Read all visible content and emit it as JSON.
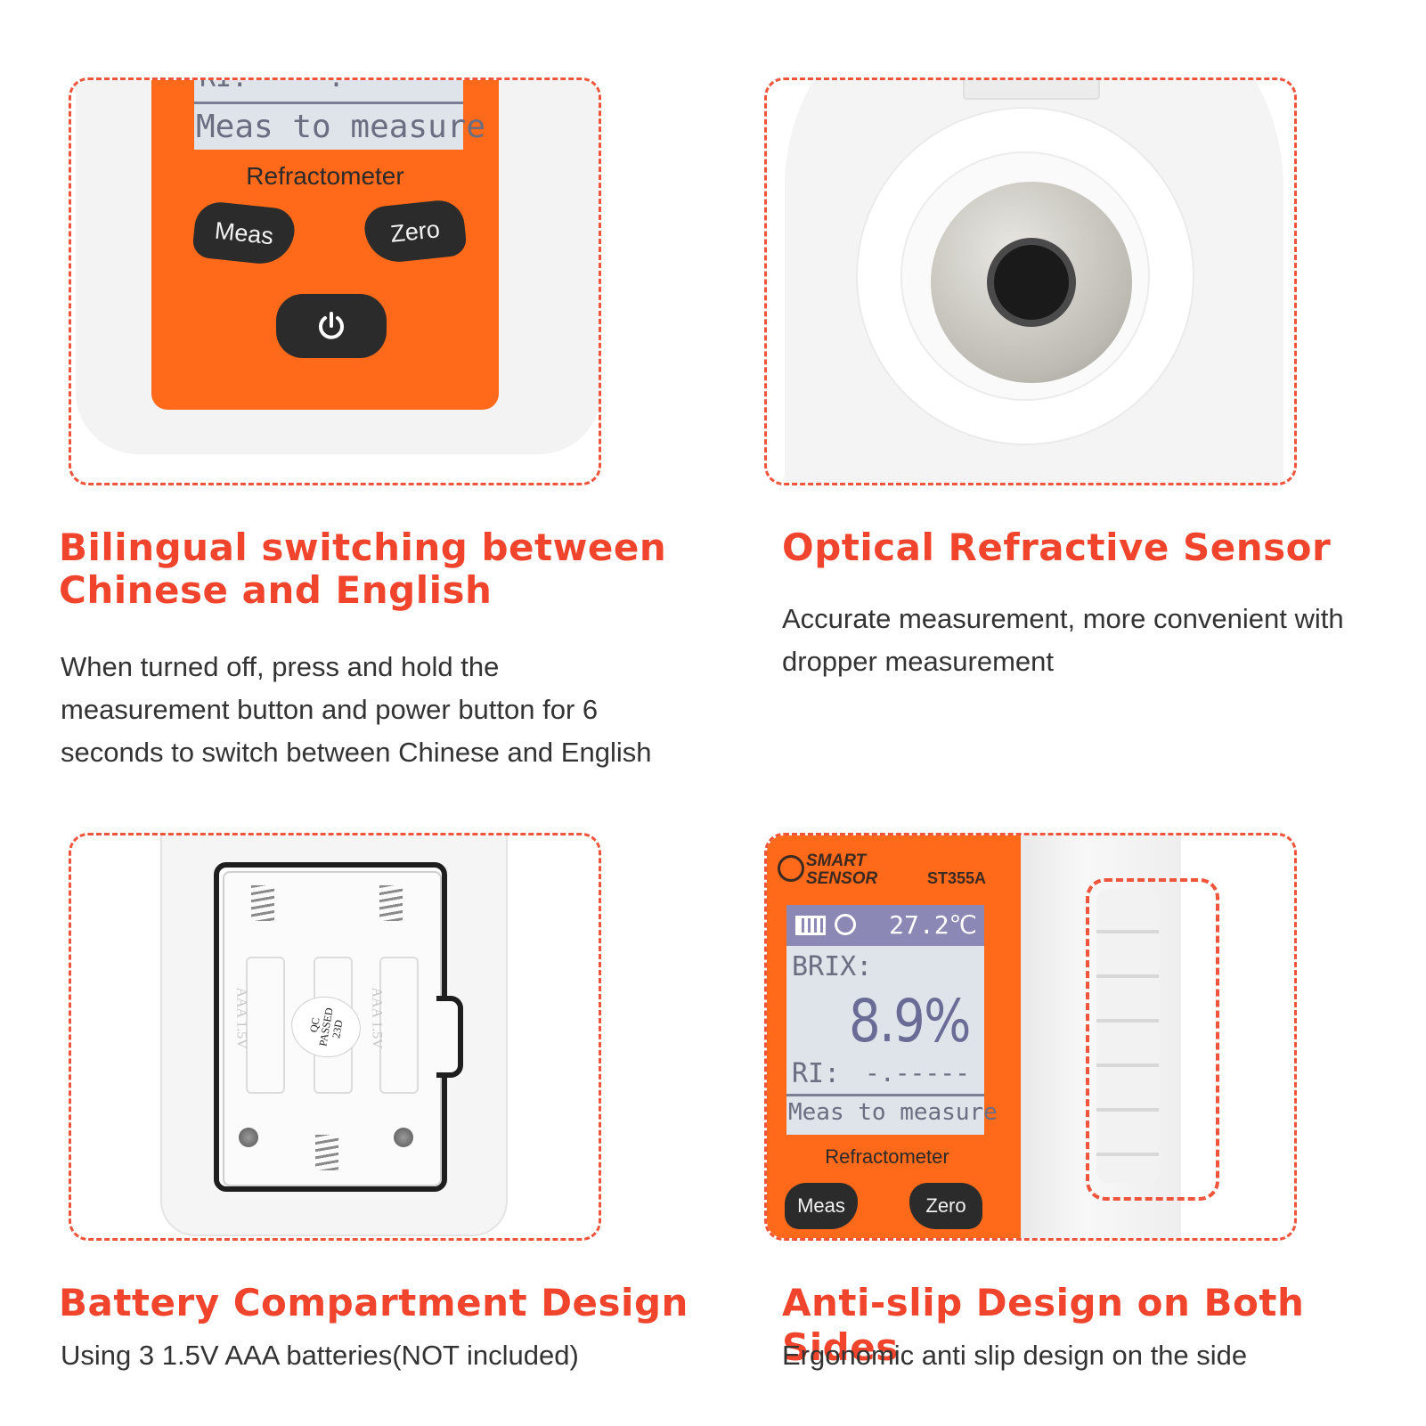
{
  "features": [
    {
      "heading_line1": "Bilingual switching between",
      "heading_line2": "Chinese and English",
      "desc_lines": [
        "When turned off, press and hold the",
        "measurement button and power button for 6",
        "seconds to switch between Chinese and English"
      ]
    },
    {
      "heading_line1": "Optical Refractive Sensor",
      "desc_lines": [
        "Accurate measurement, more convenient with",
        "dropper measurement"
      ]
    },
    {
      "heading_line1": "Battery Compartment Design",
      "desc_lines": [
        "Using 3 1.5V AAA batteries(NOT included)"
      ]
    },
    {
      "heading_line1": "Anti-slip Design on Both Sides",
      "desc_lines": [
        "Ergonomic anti slip design on the side"
      ]
    }
  ],
  "device_front": {
    "ri_partial": "RI:    -.----",
    "status_text": "Meas to measure",
    "label": "Refractometer",
    "meas_button": "Meas",
    "zero_button": "Zero"
  },
  "battery": {
    "qc_line1": "QC",
    "qc_line2": "PASSED",
    "qc_line3": "23D",
    "cell_label": "AAA 1.5V"
  },
  "device_side": {
    "brand_line1": "SMART",
    "brand_line2": "SENSOR",
    "model": "ST355A",
    "temperature": "27.2℃",
    "brix_label": "BRIX:",
    "brix_value": "8.9%",
    "ri_label": "RI:",
    "ri_value": "-.-----",
    "status_text": "Meas to measure",
    "label": "Refractometer",
    "meas_button": "Meas",
    "zero_button": "Zero"
  },
  "colors": {
    "accent": "#f0442c",
    "device_orange": "#ff6a1a",
    "lcd_bg": "#dfe3ea",
    "lcd_text": "#5a5f78"
  },
  "icons": [
    "power-icon",
    "battery-icon",
    "timer-icon",
    "brand-logo-icon",
    "lens-icon",
    "screw-icon",
    "spring-icon"
  ]
}
